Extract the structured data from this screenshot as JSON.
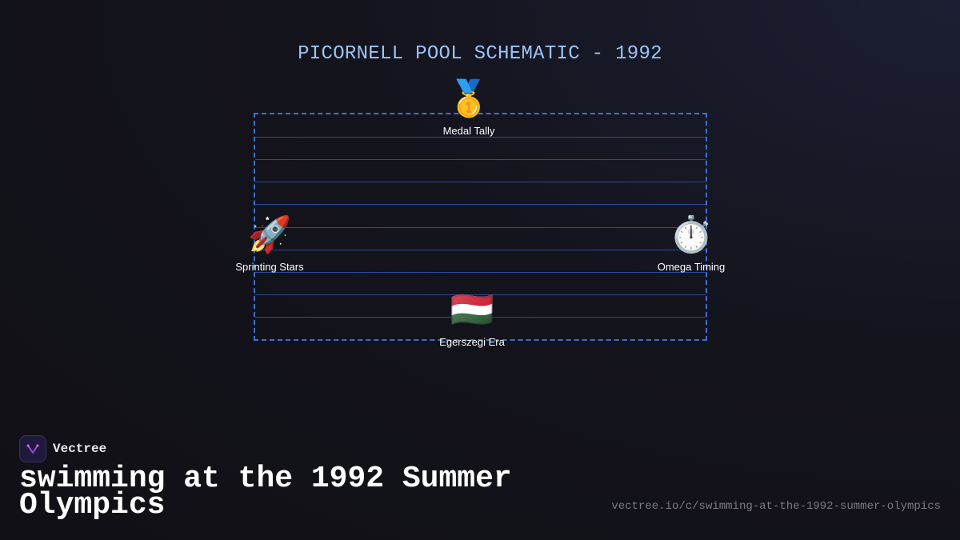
{
  "diagram": {
    "title": "PICORNELL POOL SCHEMATIC - 1992",
    "lane_count": 10,
    "nodes": [
      {
        "id": "top",
        "icon": "medal-icon",
        "emoji": "🥇",
        "label": "Medal Tally"
      },
      {
        "id": "left",
        "icon": "rocket-icon",
        "emoji": "🚀",
        "label": "Sprinting Stars"
      },
      {
        "id": "right",
        "icon": "stopwatch-icon",
        "emoji": "⏱️",
        "label": "Omega Timing"
      },
      {
        "id": "bottom",
        "icon": "hungary-flag-icon",
        "emoji": "🇭🇺",
        "label": "Egerszegi Era"
      }
    ],
    "colors": {
      "title": "#9cc3f5",
      "pool_border": "#3f6fd0",
      "lane_line": "#2a4a9a"
    }
  },
  "footer": {
    "brand_name": "Vectree",
    "brand_icon": "vectree-logo-icon",
    "headline": "swimming at the 1992 Summer Olympics",
    "url": "vectree.io/c/swimming-at-the-1992-summer-olympics"
  }
}
